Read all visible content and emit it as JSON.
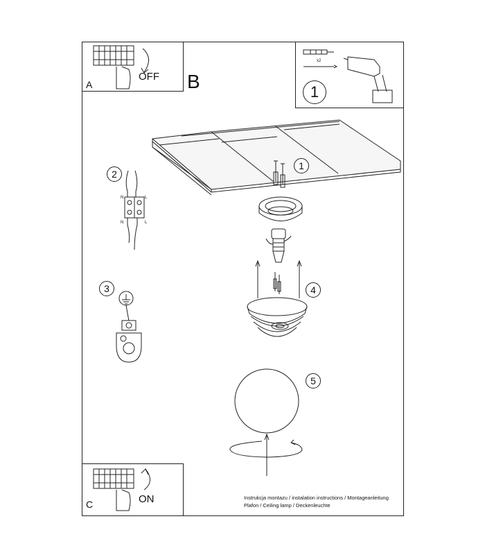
{
  "labels": {
    "box_a_letter": "A",
    "box_a_action": "OFF",
    "box_b_letter": "B",
    "box_c_letter": "C",
    "box_c_action": "ON",
    "tools_step": "1",
    "anchor_count": "x2"
  },
  "steps": [
    "1",
    "2",
    "3",
    "4",
    "5"
  ],
  "caption": {
    "line1": "Instrukcja montazu / instalation instructions / Montageanleitung",
    "line2": "Plafon / Ceiling lamp / Deckenleuchte"
  },
  "terminal_labels": {
    "top_left": "N",
    "top_right": "L",
    "bottom_left": "N",
    "bottom_right": "L"
  }
}
